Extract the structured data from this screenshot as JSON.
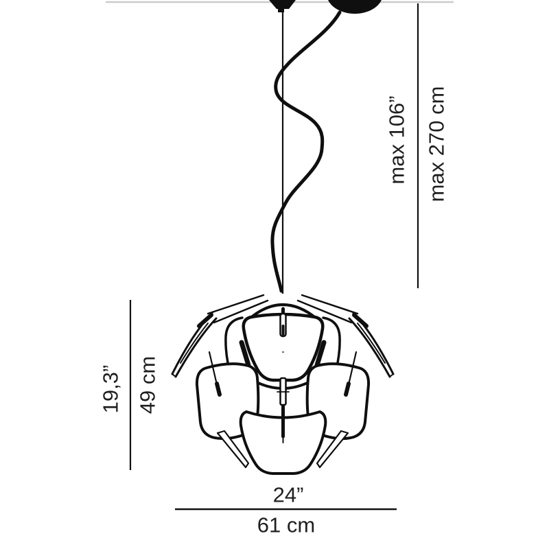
{
  "diagram": {
    "description": "Pendant lamp technical dimension drawing",
    "background_color": "#ffffff",
    "line_color": "#0f0f0f",
    "ceiling_line_color": "#cbcbcb",
    "text_color": "#1f1f1f"
  },
  "dimensions": {
    "suspension_max": {
      "inches": "max 106”",
      "cm": "max 270 cm"
    },
    "fixture_height": {
      "inches": "19,3”",
      "cm": "49 cm"
    },
    "fixture_width": {
      "inches": "24”",
      "cm": "61 cm"
    }
  }
}
